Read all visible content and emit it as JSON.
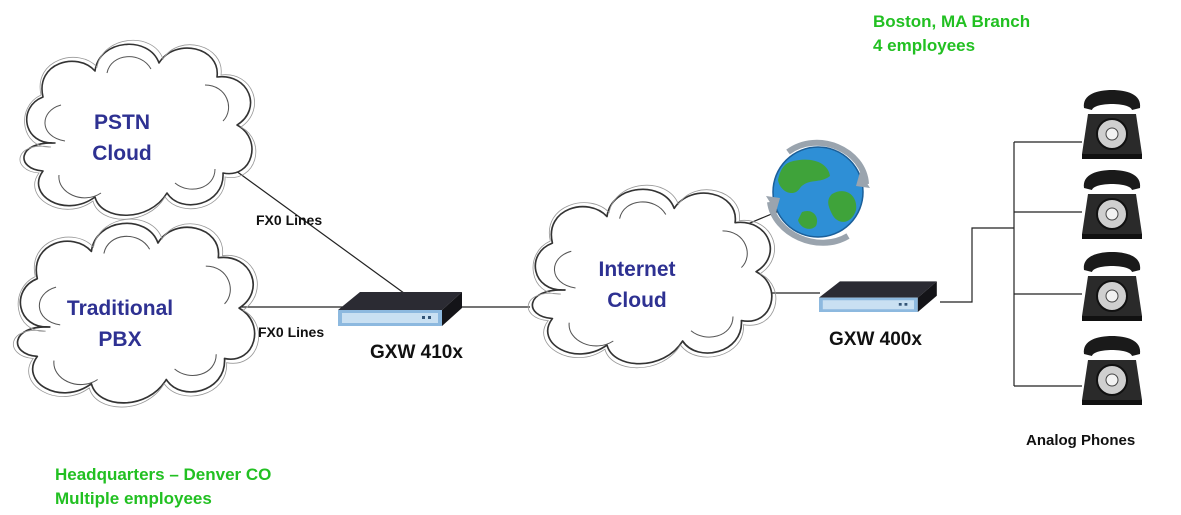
{
  "branch": {
    "line1": "Boston, MA Branch",
    "line2": "4 employees"
  },
  "headquarters": {
    "line1": "Headquarters – Denver CO",
    "line2": "Multiple employees"
  },
  "clouds": {
    "pstn": {
      "line1": "PSTN",
      "line2": "Cloud",
      "icon": "cloud-icon"
    },
    "pbx": {
      "line1": "Traditional",
      "line2": "PBX",
      "icon": "cloud-icon"
    },
    "internet": {
      "line1": "Internet",
      "line2": "Cloud",
      "icon": "cloud-icon"
    }
  },
  "links": {
    "fxo_upper": "FX0 Lines",
    "fxo_lower": "FX0 Lines"
  },
  "devices": {
    "gateway_410": "GXW 410x",
    "gateway_400": "GXW 400x"
  },
  "phones": {
    "label": "Analog Phones",
    "icon": "telephone-icon"
  },
  "colors": {
    "cloud_text": "#2e3192",
    "location_text": "#22c022",
    "globe_ocean": "#2e8fd6",
    "globe_land": "#3fa33a"
  }
}
